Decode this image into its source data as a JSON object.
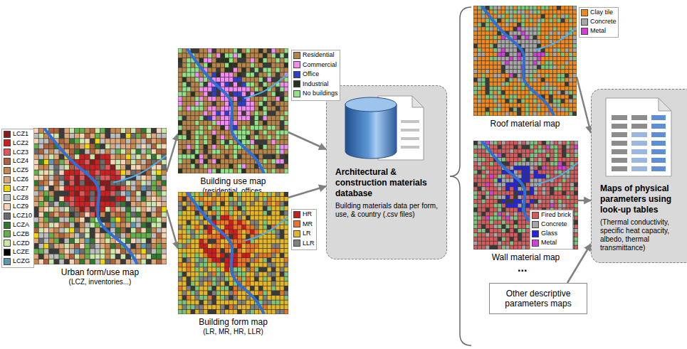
{
  "diagram": {
    "nodes": [
      {
        "text": [
          "Urban form/use map",
          "(LCZ, inventories...)"
        ]
      },
      {
        "text": [
          "Building use map",
          "(residential, offices, industrial, commercial)"
        ]
      },
      {
        "text": [
          "Building form map",
          "(LR, MR, HR, LLR)"
        ]
      },
      {
        "text": [
          "Architectural & construction materials database",
          "Building materials data per form, use, & country (.csv files)"
        ]
      },
      {
        "text": [
          "Roof material map"
        ]
      },
      {
        "text": [
          "Wall material map"
        ]
      },
      {
        "text": [
          "Other descriptive parameters maps"
        ]
      },
      {
        "text": [
          "Maps of physical parameters using look-up tables",
          "(Thermal conductivity, specific heat capacity, albedo, thermal transmittance)"
        ]
      }
    ],
    "edges": [
      {
        "from": 0,
        "to": 1,
        "arrow": "to"
      },
      {
        "from": 0,
        "to": 2,
        "arrow": "to"
      },
      {
        "from": 1,
        "to": 3,
        "arrow": "to"
      },
      {
        "from": 2,
        "to": 3,
        "arrow": "to"
      },
      {
        "from": 4,
        "to": 7,
        "arrow": "to"
      },
      {
        "from": 5,
        "to": 7,
        "arrow": "to"
      },
      {
        "from": 6,
        "to": 7,
        "arrow": "to"
      }
    ],
    "labels": [
      "..."
    ],
    "legend": [
      {
        "text": "LCZ1",
        "color": "#8b1a1a"
      },
      {
        "text": "LCZ2",
        "color": "#cc1f1f"
      },
      {
        "text": "LCZ3",
        "color": "#e05858"
      },
      {
        "text": "LCZ4",
        "color": "#b0603a"
      },
      {
        "text": "LCZ5",
        "color": "#c8874e"
      },
      {
        "text": "LCZ6",
        "color": "#e0a878"
      },
      {
        "text": "LCZ7",
        "color": "#f2d600"
      },
      {
        "text": "LCZ8",
        "color": "#bdbdbd"
      },
      {
        "text": "LCZ9",
        "color": "#f6d4b5"
      },
      {
        "text": "LCZ10",
        "color": "#6b6b6b"
      },
      {
        "text": "LCZA",
        "color": "#2f7a2f"
      },
      {
        "text": "LCZB",
        "color": "#62b04a"
      },
      {
        "text": "LCZD",
        "color": "#cbe8a8"
      },
      {
        "text": "LCZE",
        "color": "#000000"
      },
      {
        "text": "LCZG",
        "color": "#5a96b8"
      },
      {
        "text": "Residential",
        "color": "#b5844a"
      },
      {
        "text": "Commercial",
        "color": "#f08ef0"
      },
      {
        "text": "Office",
        "color": "#2e3fc4"
      },
      {
        "text": "Industrial",
        "color": "#2a3320"
      },
      {
        "text": "No buildings",
        "color": "#92e08a"
      },
      {
        "text": "HR",
        "color": "#c81e1e"
      },
      {
        "text": "MR",
        "color": "#e5762a"
      },
      {
        "text": "LR",
        "color": "#e3b62a"
      },
      {
        "text": "LLR",
        "color": "#7f7f7f"
      },
      {
        "text": "Clay tile",
        "color": "#f0891a"
      },
      {
        "text": "Concrete",
        "color": "#a6a6a6"
      },
      {
        "text": "Metal",
        "color": "#d23fd6"
      },
      {
        "text": "Fired brick",
        "color": "#d65c5c"
      },
      {
        "text": "Concrete",
        "color": "#a6a6a6"
      },
      {
        "text": "Glass",
        "color": "#2424e0"
      },
      {
        "text": "Metal",
        "color": "#d23fd6"
      }
    ]
  }
}
